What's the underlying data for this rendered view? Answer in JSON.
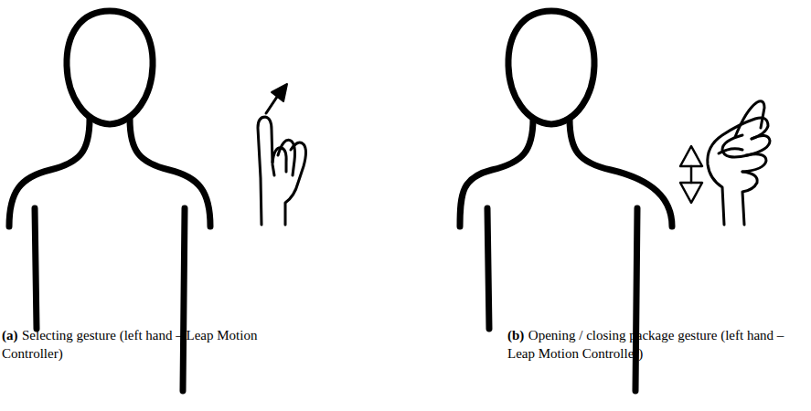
{
  "diagram": {
    "labels": [
      "(a)",
      "Selecting gesture (left hand – Leap Motion Controller)",
      "(b)",
      "Opening / closing package gesture (left hand – Leap Motion Controller)"
    ]
  }
}
